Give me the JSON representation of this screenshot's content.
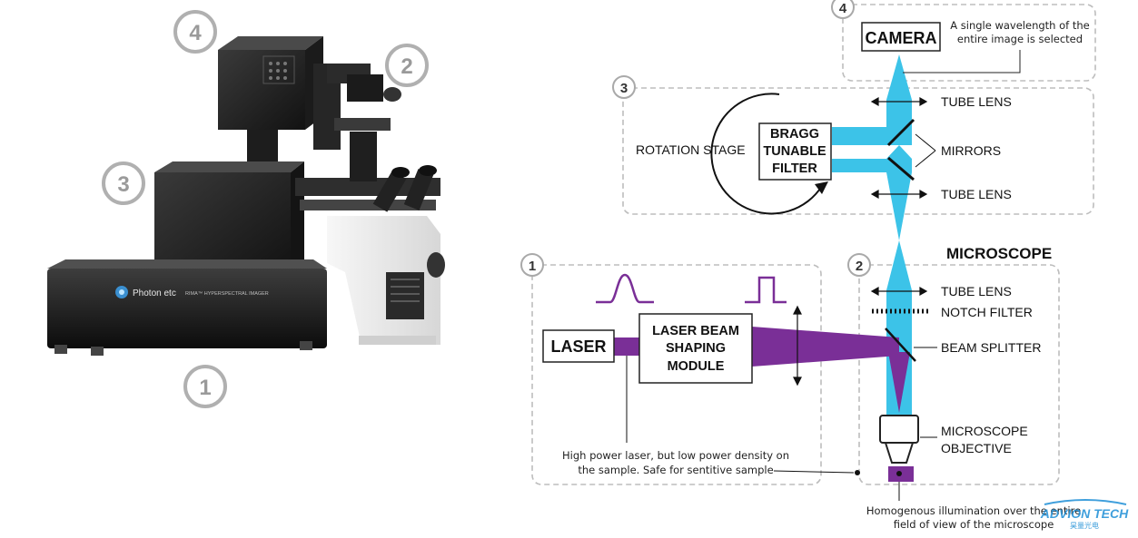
{
  "photo": {
    "badges": [
      "1",
      "2",
      "3",
      "4"
    ],
    "device_brand": "Photon etc",
    "device_sub": "RIMA™ HYPERSPECTRAL IMAGER"
  },
  "diagram": {
    "camera": {
      "number": "4",
      "label": "CAMERA",
      "note_l1": "A single wavelength of the",
      "note_l2": "entire image is selected"
    },
    "filter_module": {
      "number": "3",
      "rotation_stage": "ROTATION STAGE",
      "bragg_l1": "BRAGG",
      "bragg_l2": "TUNABLE",
      "bragg_l3": "FILTER",
      "tube_lens_top": "TUBE LENS",
      "mirrors": "MIRRORS",
      "tube_lens_bottom": "TUBE LENS"
    },
    "microscope": {
      "number": "2",
      "title": "MICROSCOPE",
      "tube_lens": "TUBE LENS",
      "notch_filter": "NOTCH FILTER",
      "beam_splitter": "BEAM SPLITTER",
      "objective_l1": "MICROSCOPE",
      "objective_l2": "OBJECTIVE"
    },
    "laser_module": {
      "number": "1",
      "laser": "LASER",
      "shaping_l1": "LASER BEAM",
      "shaping_l2": "SHAPING",
      "shaping_l3": "MODULE",
      "note_l1": "High power laser, but low power density on",
      "note_l2": "the sample. Safe for sentitive sample"
    },
    "illumination_note_l1": "Homogenous illumination over the entire",
    "illumination_note_l2": "field of view of the microscope",
    "watermark": "ADVION TECH",
    "watermark_sub": "昊量光电"
  },
  "colors": {
    "beam_blue": "#3cc3e8",
    "laser_purple": "#7a2f97",
    "dash_gray": "#bdbdbd",
    "badge_gray": "#a9a9a9",
    "watermark_blue": "#1e8fd6"
  }
}
